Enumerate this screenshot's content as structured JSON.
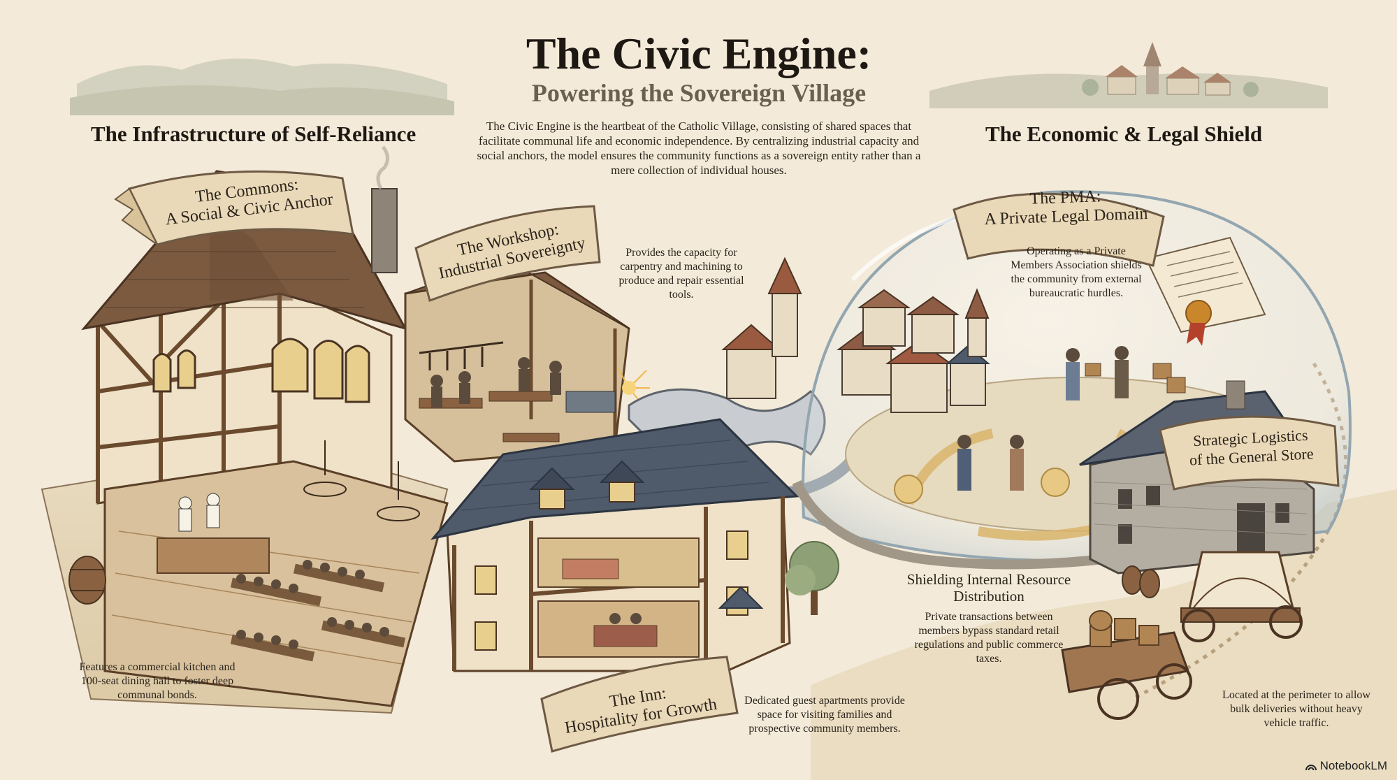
{
  "header": {
    "title": "The Civic Engine:",
    "subtitle": "Powering the Sovereign Village",
    "intro": "The Civic Engine is the heartbeat of the Catholic Village, consisting of shared spaces that facilitate communal life and economic independence. By centralizing industrial capacity and social anchors, the model ensures the community functions as a sovereign entity rather than a mere collection of individual houses."
  },
  "sections": {
    "left": "The Infrastructure of Self-Reliance",
    "right": "The Economic & Legal Shield"
  },
  "commons": {
    "line1": "The Commons:",
    "line2": "A Social & Civic Anchor",
    "note": "Features a commercial kitchen and 100-seat dining hall to foster deep communal bonds."
  },
  "workshop": {
    "line1": "The Workshop:",
    "line2": "Industrial Sovereignty",
    "note": "Provides the capacity for carpentry and machining to produce and repair essential tools."
  },
  "inn": {
    "line1": "The Inn:",
    "line2": "Hospitality for Growth",
    "note": "Dedicated guest apartments provide space for visiting families and prospective community members."
  },
  "pma": {
    "line1": "The PMA:",
    "line2": "A Private Legal Domain",
    "note": "Operating as a Private Members Association shields the community from external bureaucratic hurdles."
  },
  "distribution": {
    "heading": "Shielding Internal Resource Distribution",
    "note": "Private transactions between members bypass standard retail regulations and public commerce taxes."
  },
  "store": {
    "line1": "Strategic Logistics",
    "line2": "of the General Store",
    "note": "Located at the perimeter to allow bulk deliveries without heavy vehicle traffic."
  },
  "brand": {
    "name": "NotebookLM"
  },
  "palette": {
    "parchment": "#f3ead9",
    "timber": "#6b4a2e",
    "plaster": "#efe2c8",
    "roof_brown": "#7b5a40",
    "roof_slate": "#4f5a6a",
    "stone": "#9c968c",
    "banner": "#ead9b8",
    "ink": "#2b241c"
  }
}
